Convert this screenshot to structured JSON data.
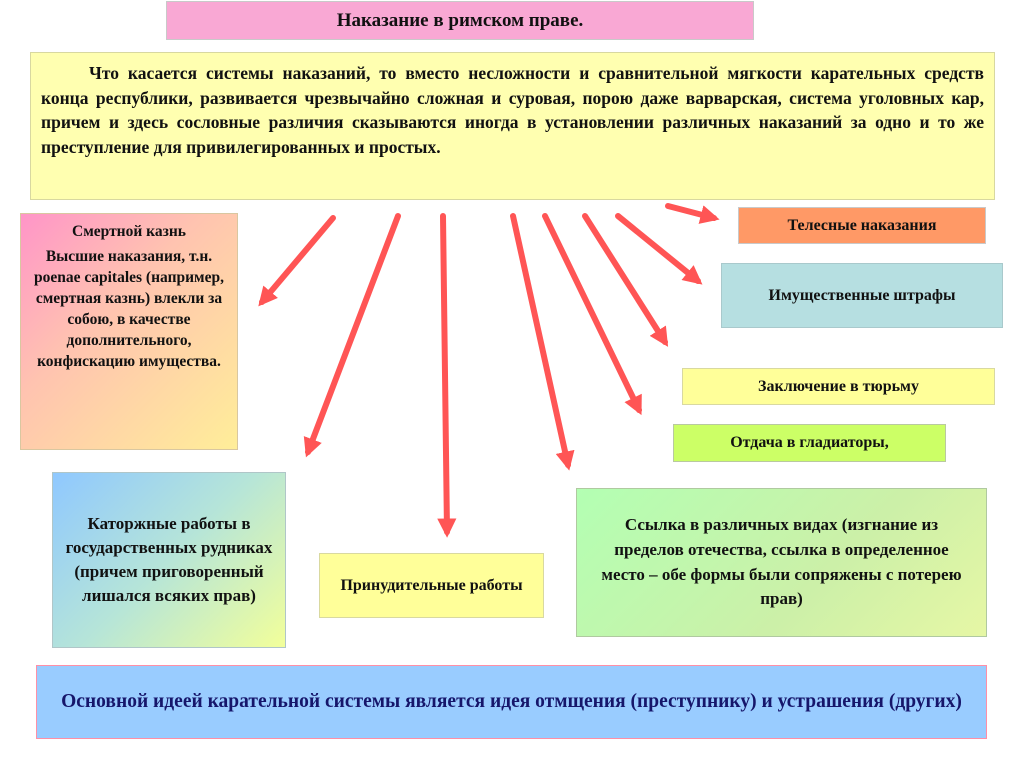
{
  "title": "Наказание в римском праве.",
  "intro": "Что касается системы наказаний, то вместо несложности и сравнительной мягкости карательных средств конца республики, развивается чрезвычайно сложная и суровая, порою даже варварская, система уголовных кар, причем и здесь сословные различия сказываются иногда в установлении различных наказаний за одно и то же преступление для привилегированных и простых.",
  "death_penalty": {
    "heading": "Смертной казнь",
    "body": "Высшие наказания, т.н. poenae capitales (например, смертная казнь) влекли за собою, в качестве дополнительного, конфискацию имущества."
  },
  "corporal": "Телесные наказания",
  "fines": "Имущественные штрафы",
  "prison": "Заключение в тюрьму",
  "gladiators": "Отдача в гладиаторы,",
  "mines": "Каторжные работы в государственных рудниках (причем приговоренный лишался всяких прав)",
  "forced_labor": "Принудительные работы",
  "exile": "Ссылка в различных видах (изгнание из пределов отечества, ссылка в определенное место – обе формы были сопряжены с потерею прав)",
  "footer": "Основной идеей карательной системы является идея отмщения (преступнику) и устрашения (других)",
  "colors": {
    "arrow": "#ff5555",
    "footer_text": "#16166b"
  }
}
